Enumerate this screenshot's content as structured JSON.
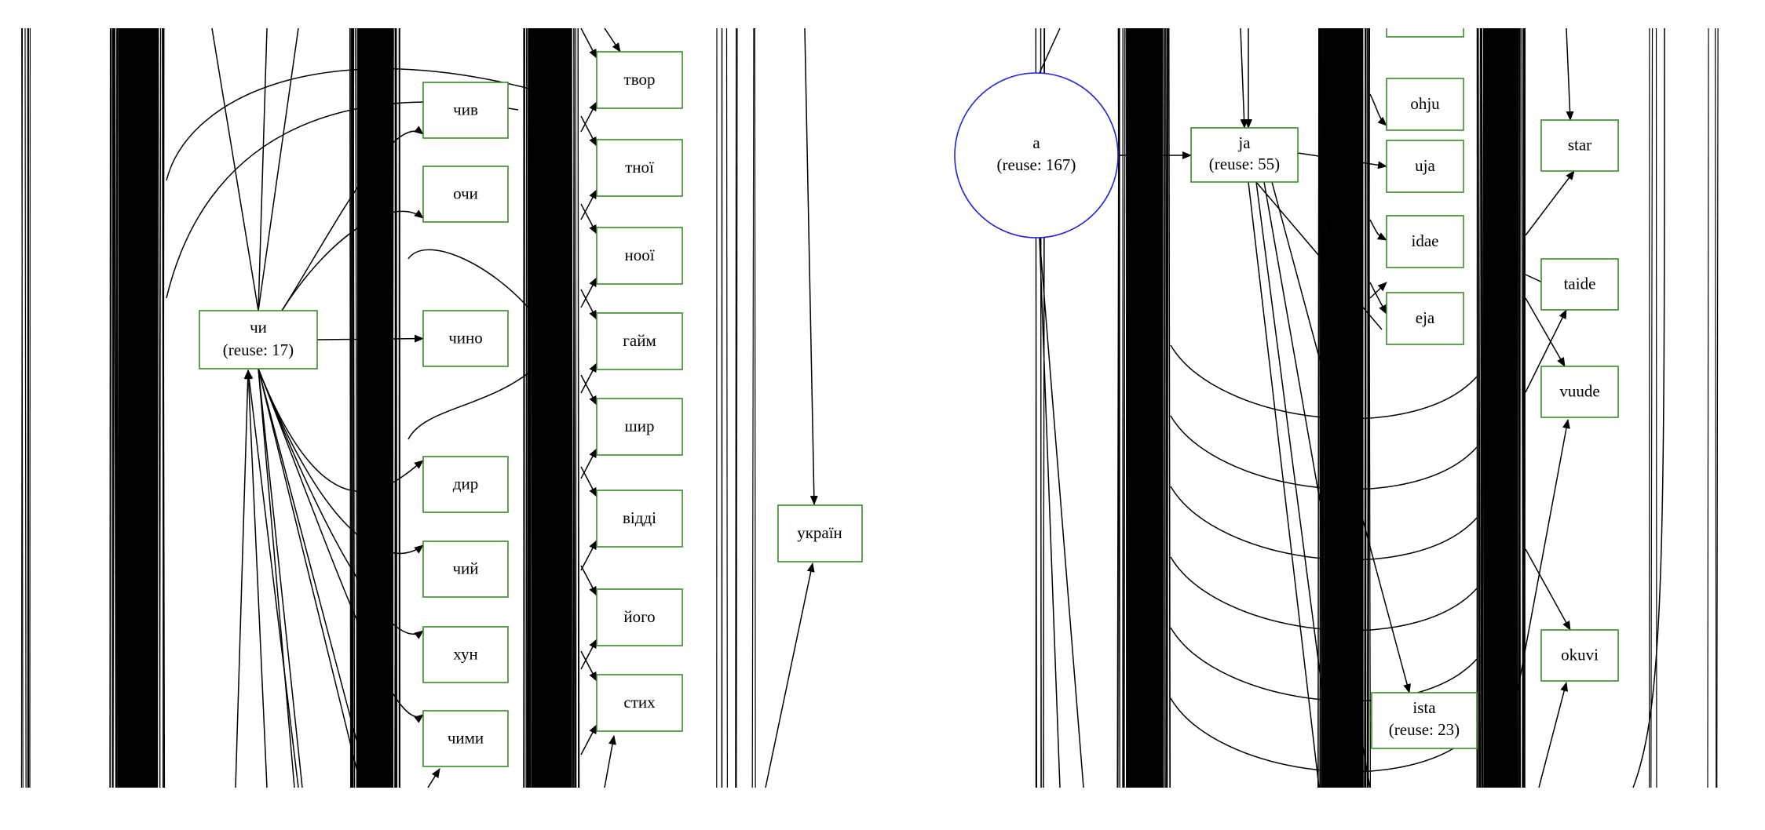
{
  "colors": {
    "node_border": "#3a8a2a",
    "root_border": "#2020e0",
    "edge": "#000000",
    "background": "#ffffff"
  },
  "left_graph": {
    "hub": {
      "word": "чи",
      "reuse": "(reuse: 17)"
    },
    "column_a": [
      "чив",
      "очи",
      "чино",
      "дир",
      "чий",
      "хун",
      "чими"
    ],
    "column_b": [
      "твор",
      "тної",
      "ноої",
      "гайм",
      "шир",
      "відді",
      "його",
      "стих"
    ],
    "isolated": "україн"
  },
  "right_graph": {
    "root": {
      "word": "a",
      "reuse": "(reuse: 167)"
    },
    "hub": {
      "word": "ja",
      "reuse": "(reuse: 55)"
    },
    "column_a": [
      "ohju",
      "uja",
      "idae",
      "eja"
    ],
    "hub2": {
      "word": "ista",
      "reuse": "(reuse: 23)"
    },
    "column_b": [
      "star",
      "taide",
      "vuude",
      "okuvi"
    ]
  }
}
